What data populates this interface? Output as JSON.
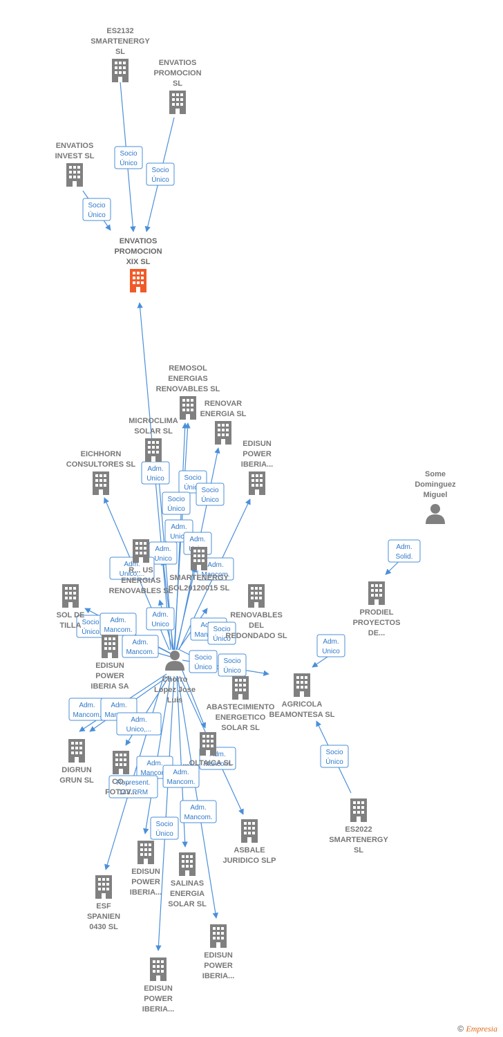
{
  "colors": {
    "edge": "#4a8fd9",
    "building": "#808080",
    "building_focus": "#f05a28",
    "person": "#808080"
  },
  "nodes": [
    {
      "id": "es2132",
      "type": "company",
      "label": [
        "ES2132",
        "SMARTENERGY",
        "SL"
      ]
    },
    {
      "id": "envatios_promocion",
      "type": "company",
      "label": [
        "ENVATIOS",
        "PROMOCION",
        "SL"
      ]
    },
    {
      "id": "envatios_invest",
      "type": "company",
      "label": [
        "ENVATIOS",
        "INVEST  SL"
      ]
    },
    {
      "id": "envatios_xix",
      "type": "company",
      "focus": true,
      "label": [
        "ENVATIOS",
        "PROMOCION",
        "XIX  SL"
      ]
    },
    {
      "id": "remosol",
      "type": "company",
      "label": [
        "REMOSOL",
        "ENERGIAS",
        "RENOVABLES SL"
      ]
    },
    {
      "id": "renovar",
      "type": "company",
      "label": [
        "RENOVAR",
        "ENERGIA SL"
      ]
    },
    {
      "id": "microclima",
      "type": "company",
      "label": [
        "MICROCLIMA",
        "SOLAR SL"
      ]
    },
    {
      "id": "edisun_top",
      "type": "company",
      "label": [
        "EDISUN",
        "POWER",
        "IBERIA..."
      ]
    },
    {
      "id": "eichhorn",
      "type": "company",
      "label": [
        "EICHHORN",
        "CONSULTORES SL"
      ]
    },
    {
      "id": "some_dominguez",
      "type": "person",
      "label": [
        "Some",
        "Dominguez",
        "Miguel"
      ]
    },
    {
      "id": "r_us",
      "type": "company",
      "label": [
        "R... US",
        "ENERGIAS",
        "RENOVABLES SL"
      ]
    },
    {
      "id": "smartenergy2015",
      "type": "company",
      "label": [
        "SMARTENERGY",
        "SOL20120015 SL"
      ]
    },
    {
      "id": "prodiel",
      "type": "company",
      "label": [
        "PRODIEL",
        "PROYECTOS",
        "DE..."
      ]
    },
    {
      "id": "sol_de_tilla",
      "type": "company",
      "label": [
        "SOL DE",
        "TILLA"
      ]
    },
    {
      "id": "renovables_redondado",
      "type": "company",
      "label": [
        "RENOVABLES",
        "DEL",
        "REDONDADO SL"
      ]
    },
    {
      "id": "edisun_sa",
      "type": "company",
      "label": [
        "EDISUN",
        "POWER",
        "IBERIA SA"
      ]
    },
    {
      "id": "chorro",
      "type": "person",
      "label": [
        "Chorro",
        "Lopez Jose",
        "Luis"
      ]
    },
    {
      "id": "abastecimiento",
      "type": "company",
      "label": [
        "ABASTECIMIENTO",
        "ENERGETICO",
        "SOLAR SL"
      ]
    },
    {
      "id": "agricola",
      "type": "company",
      "label": [
        "AGRICOLA",
        "BEAMONTESA SL"
      ]
    },
    {
      "id": "digrun",
      "type": "company",
      "label": [
        "DIGRUN",
        "GRUN SL"
      ]
    },
    {
      "id": "cof",
      "type": "company",
      "label": [
        "CO...",
        "FOTOV..."
      ]
    },
    {
      "id": "voltaica",
      "type": "company",
      "label": [
        "...OLTAICA SL"
      ]
    },
    {
      "id": "es2022",
      "type": "company",
      "label": [
        "ES2022",
        "SMARTENERGY",
        "SL"
      ]
    },
    {
      "id": "asbale",
      "type": "company",
      "label": [
        "ASBALE",
        "JURIDICO SLP"
      ]
    },
    {
      "id": "edisun_mid",
      "type": "company",
      "label": [
        "EDISUN",
        "POWER",
        "IBERIA..."
      ]
    },
    {
      "id": "salinas",
      "type": "company",
      "label": [
        "SALINAS",
        "ENERGIA",
        "SOLAR SL"
      ]
    },
    {
      "id": "esf",
      "type": "company",
      "label": [
        "ESF",
        "SPANIEN",
        "0430 SL"
      ]
    },
    {
      "id": "edisun_right",
      "type": "company",
      "label": [
        "EDISUN",
        "POWER",
        "IBERIA..."
      ]
    },
    {
      "id": "edisun_bottom",
      "type": "company",
      "label": [
        "EDISUN",
        "POWER",
        "IBERIA..."
      ]
    }
  ],
  "edge_labels": [
    [
      "Socio",
      "Único"
    ],
    [
      "Socio",
      "Único"
    ],
    [
      "Socio",
      "Único"
    ],
    [
      "Adm.",
      "Unico"
    ],
    [
      "Socio",
      "Único"
    ],
    [
      "Socio",
      "Único"
    ],
    [
      "Socio",
      "Único"
    ],
    [
      "Adm.",
      "Unico"
    ],
    [
      "Adm.",
      "Unico"
    ],
    [
      "Adm.",
      "Unico"
    ],
    [
      "Adm.",
      "Unico,..."
    ],
    [
      "Adm.",
      "Mancom."
    ],
    [
      "Adm.",
      "Solid."
    ],
    [
      "Socio",
      "Único"
    ],
    [
      "Adm.",
      "Mancom."
    ],
    [
      "Adm.",
      "Mancom."
    ],
    [
      "Adm.",
      "Unico"
    ],
    [
      "Adm.",
      "Mancom."
    ],
    [
      "Socio",
      "Único"
    ],
    [
      "Socio",
      "Único"
    ],
    [
      "Adm.",
      "Unico"
    ],
    [
      "Socio",
      "Único"
    ],
    [
      "Socio",
      "Único"
    ],
    [
      "Adm.",
      "Mancom."
    ],
    [
      "Adm.",
      "Mancom."
    ],
    [
      "Adm.",
      "Unico,..."
    ],
    [
      "Adm.",
      "Mancom."
    ],
    [
      "Adm.",
      "Mancom."
    ],
    [
      "Represent.",
      "143 RRM"
    ],
    [
      "Adm.",
      "Mancom."
    ],
    [
      "Adm.",
      "Mancom."
    ],
    [
      "Socio",
      "Único"
    ]
  ],
  "footer": {
    "symbol": "©",
    "brand": "Empresia"
  }
}
